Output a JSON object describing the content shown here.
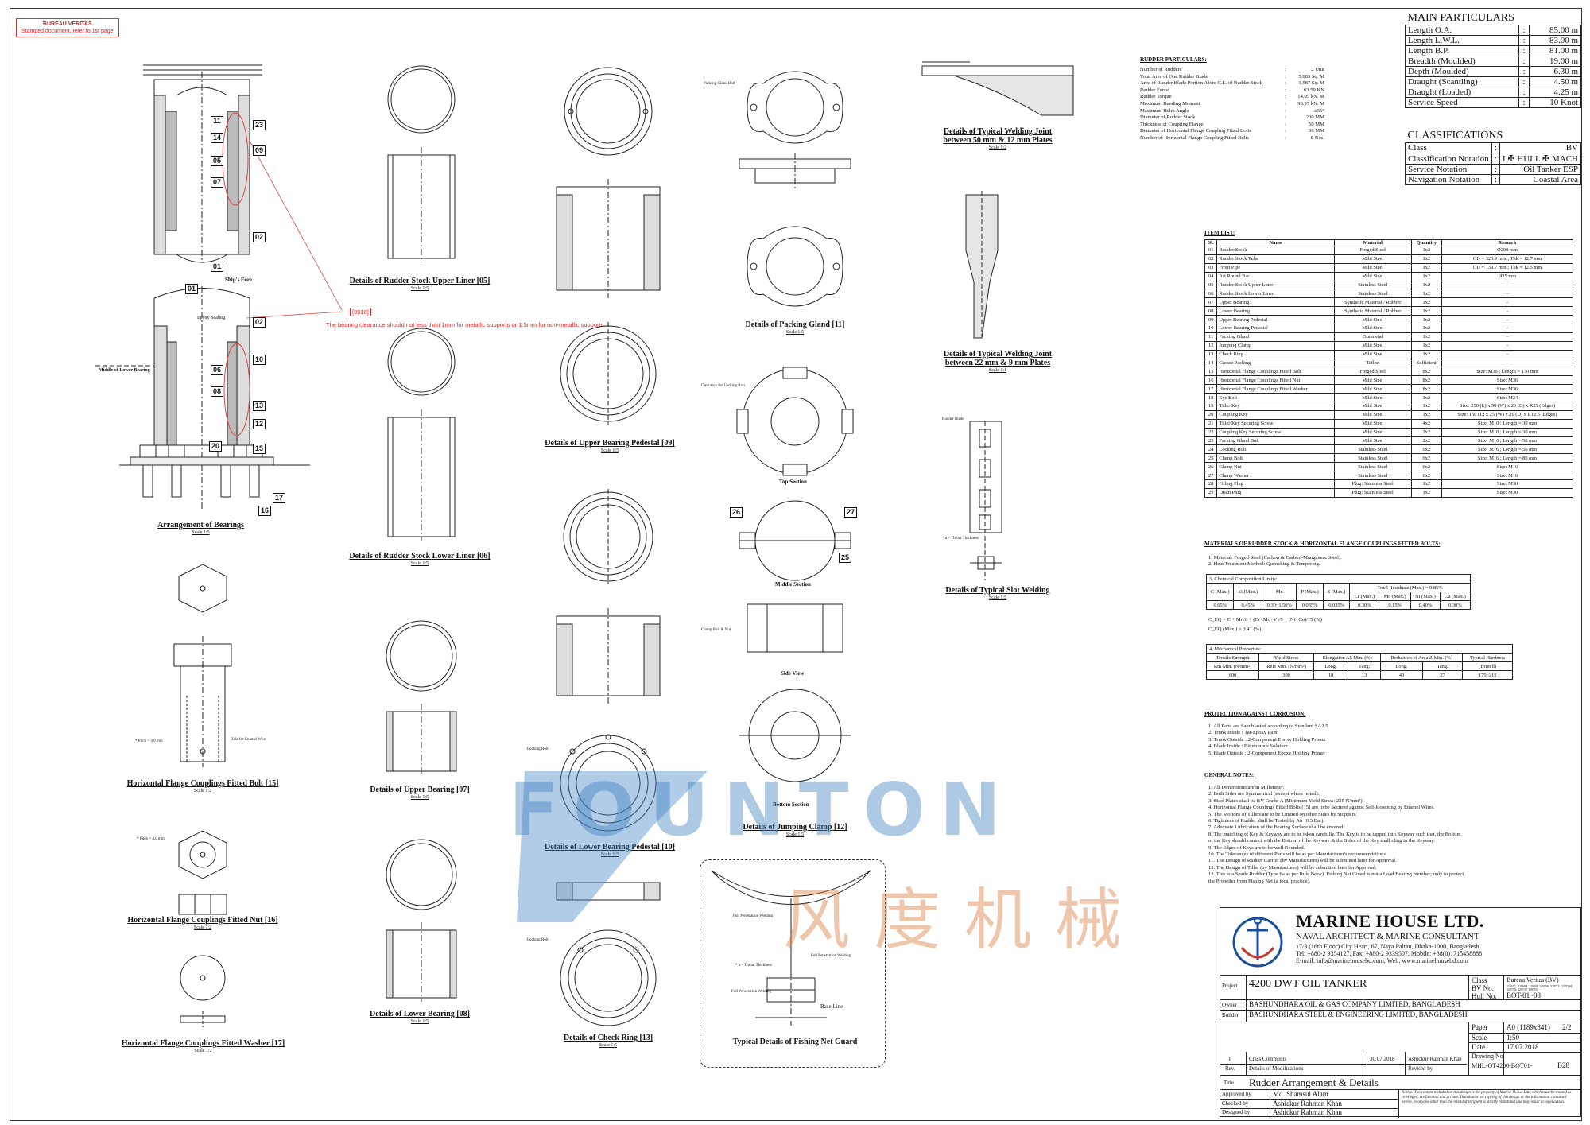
{
  "stamp": {
    "line1": "BUREAU VERITAS",
    "line2": "Stamped document, refer to 1st page"
  },
  "bv_note": {
    "code": "[0910]",
    "text": "The bearing clearance should not less than 1mm for metallic supports or 1.5mm for non-metallic supports."
  },
  "detail_captions": {
    "arrangement": {
      "title": "Arrangement of Bearings",
      "scale": "Scale 1:5"
    },
    "upper_liner": {
      "title": "Details of Rudder Stock Upper Liner [05]",
      "scale": "Scale 1:5"
    },
    "lower_liner": {
      "title": "Details of Rudder Stock Lower Liner [06]",
      "scale": "Scale 1:5"
    },
    "upper_bearing": {
      "title": "Details of Upper Bearing [07]",
      "scale": "Scale 1:5"
    },
    "lower_bearing": {
      "title": "Details of Lower Bearing [08]",
      "scale": "Scale 1:5"
    },
    "upper_pedestal": {
      "title": "Details of Upper Bearing Pedestal [09]",
      "scale": "Scale 1:5"
    },
    "lower_pedestal": {
      "title": "Details of Lower Bearing Pedestal [10]",
      "scale": "Scale 1:5"
    },
    "check_ring": {
      "title": "Details of Check Ring [13]",
      "scale": "Scale 1:5"
    },
    "packing_gland": {
      "title": "Details of Packing Gland [11]",
      "scale": "Scale 1:5"
    },
    "jumping_clamp": {
      "title": "Details of Jumping Clamp [12]",
      "scale": "Scale 1:5"
    },
    "fitted_bolt": {
      "title": "Horizontal Flange Couplings Fitted Bolt [15]",
      "scale": "Scale 1:2"
    },
    "fitted_nut": {
      "title": "Horizontal Flange Couplings Fitted Nut [16]",
      "scale": "Scale 1:2"
    },
    "fitted_washer": {
      "title": "Horizontal Flange Couplings Fitted Washer [17]",
      "scale": "Scale 1:2"
    },
    "weld_50_12": {
      "title": "Details of Typical Welding Joint",
      "title2": "between 50 mm & 12 mm Plates",
      "scale": "Scale 1:2"
    },
    "weld_22_9": {
      "title": "Details of Typical Welding Joint",
      "title2": "between 22 mm & 9 mm Plates",
      "scale": "Scale 1:1"
    },
    "slot_weld": {
      "title": "Details of Typical Slot Welding",
      "scale": "Scale 1:5"
    },
    "fishing_net": {
      "title": "Typical Details of Fishing Net Guard"
    }
  },
  "view_labels": {
    "top_section": "Top Section",
    "middle_section": "Middle Section",
    "side_view": "Side View",
    "bottom_section": "Bottom Section",
    "ships_fore": "Ship's Fore",
    "middle_lower_bearing": "Middle of Lower Bearing",
    "epoxy_sealing": "Epoxy Sealing",
    "base_line": "Base Line",
    "full_penetration_welding": "Full Penetration Welding",
    "a_throat": "* a = Throat Thickness",
    "pitch": "* Pitch = 4.0 mm",
    "hole_enamel": "Hole for Enamel Wire",
    "packing_gland_bolt": "Packing Gland Bolt",
    "clearance_locking": "Clearance for Locking Bolt",
    "clamp_bolt_nut": "Clamp Bolt & Nut",
    "locking_bolt": "Locking Bolt",
    "rudder_blade": "Rudder Blade"
  },
  "item_tags": [
    "11",
    "14",
    "05",
    "07",
    "23",
    "09",
    "02",
    "01",
    "01",
    "02",
    "06",
    "08",
    "10",
    "13",
    "12",
    "15",
    "20",
    "16",
    "17",
    "26",
    "27",
    "25"
  ],
  "main_particulars": {
    "title": "MAIN PARTICULARS",
    "rows": [
      {
        "label": "Length O.A.",
        "value": "85.00 m"
      },
      {
        "label": "Length L.W.L.",
        "value": "83.00 m"
      },
      {
        "label": "Length B.P.",
        "value": "81.00 m"
      },
      {
        "label": "Breadth (Moulded)",
        "value": "19.00 m"
      },
      {
        "label": "Depth (Moulded)",
        "value": "6.30 m"
      },
      {
        "label": "Draught (Scantling)",
        "value": "4.50 m"
      },
      {
        "label": "Draught (Loaded)",
        "value": "4.25 m"
      },
      {
        "label": "Service Speed",
        "value": "10 Knot"
      }
    ]
  },
  "classifications": {
    "title": "CLASSIFICATIONS",
    "rows": [
      {
        "label": "Class",
        "value": "BV"
      },
      {
        "label": "Classification Notation",
        "value": "I ✠ HULL ✠ MACH"
      },
      {
        "label": "Service Notation",
        "value": "Oil Tanker ESP"
      },
      {
        "label": "Navigation Notation",
        "value": "Coastal Area"
      }
    ]
  },
  "rudder_particulars": {
    "title": "RUDDER PARTICULARS:",
    "rows": [
      {
        "label": "Number of Rudders",
        "value": "2 Unit"
      },
      {
        "label": "Total Area of One Rudder Blade",
        "value": "5.083 Sq. M"
      },
      {
        "label": "Area of Rudder Blade Portion Afore C.L. of Rudder Stock",
        "value": "1.587 Sq. M"
      },
      {
        "label": "Rudder Force",
        "value": "63.59 KN"
      },
      {
        "label": "Rudder Torque",
        "value": "14.05 kN. M"
      },
      {
        "label": "Maximum Bending Moment",
        "value": "96.97 kN. M"
      },
      {
        "label": "Maximum Helm Angle",
        "value": "±35°"
      },
      {
        "label": "Diameter of Rudder Stock",
        "value": "200 MM"
      },
      {
        "label": "Thickness of Coupling Flange",
        "value": "50 MM"
      },
      {
        "label": "Diameter of Horizontal Flange Coupling Fitted Bolts",
        "value": "36 MM"
      },
      {
        "label": "Number of Horizontal Flange Coupling Fitted Bolts",
        "value": "8 Nos."
      }
    ]
  },
  "item_list": {
    "title": "ITEM LIST:",
    "headers": [
      "Sl.",
      "Name",
      "Material",
      "Quantity",
      "Remark"
    ],
    "rows": [
      [
        "01",
        "Rudder Stock",
        "Forged Steel",
        "1x2",
        "Ø200 mm"
      ],
      [
        "02",
        "Rudder Stock Tube",
        "Mild Steel",
        "1x2",
        "OD = 323.9 mm ; Thk = 12.7 mm"
      ],
      [
        "03",
        "Front Pipe",
        "Mild Steel",
        "1x2",
        "OD = 139.7 mm ; Thk = 12.5 mm"
      ],
      [
        "04",
        "Aft Round Bar",
        "Mild Steel",
        "1x2",
        "Ø25 mm"
      ],
      [
        "05",
        "Rudder Stock Upper Liner",
        "Stainless Steel",
        "1x2",
        "-"
      ],
      [
        "06",
        "Rudder Stock Lower Liner",
        "Stainless Steel",
        "1x2",
        "-"
      ],
      [
        "07",
        "Upper Bearing",
        "Synthetic Material / Rubber",
        "1x2",
        "-"
      ],
      [
        "08",
        "Lower Bearing",
        "Synthetic Material / Rubber",
        "1x2",
        "-"
      ],
      [
        "09",
        "Upper Bearing Pedestal",
        "Mild Steel",
        "1x2",
        "-"
      ],
      [
        "10",
        "Lower Bearing Pedestal",
        "Mild Steel",
        "1x2",
        "-"
      ],
      [
        "11",
        "Packing Gland",
        "Gunmetal",
        "1x2",
        "-"
      ],
      [
        "12",
        "Jumping Clamp",
        "Mild Steel",
        "1x2",
        "-"
      ],
      [
        "13",
        "Check Ring",
        "Mild Steel",
        "1x2",
        "-"
      ],
      [
        "14",
        "Grease Packing",
        "Teflon",
        "Sufficient",
        "-"
      ],
      [
        "15",
        "Horizontal Flange Couplings Fitted Bolt",
        "Forged Steel",
        "8x2",
        "Size: M36 ; Length = 170 mm"
      ],
      [
        "16",
        "Horizontal Flange Couplings Fitted Nut",
        "Mild Steel",
        "8x2",
        "Size: M36"
      ],
      [
        "17",
        "Horizontal Flange Couplings Fitted Washer",
        "Mild Steel",
        "8x2",
        "Size: M36"
      ],
      [
        "18",
        "Eye Bolt",
        "Mild Steel",
        "1x2",
        "Size: M24"
      ],
      [
        "19",
        "Tiller Key",
        "Mild Steel",
        "1x2",
        "Size: 250 (L) x 50 (W) x 20 (D) x R25 (Edges)"
      ],
      [
        "20",
        "Coupling Key",
        "Mild Steel",
        "1x2",
        "Size: 150 (L) x 25 (W) x 20 (D) x R12.5 (Edges)"
      ],
      [
        "21",
        "Tiller Key Securing Screw",
        "Mild Steel",
        "4x2",
        "Size: M10 ; Length = 30 mm"
      ],
      [
        "22",
        "Coupling Key Securing Screw",
        "Mild Steel",
        "2x2",
        "Size: M10 ; Length = 30 mm"
      ],
      [
        "23",
        "Packing Gland Bolt",
        "Mild Steel",
        "2x2",
        "Size: M16 ; Length = 50 mm"
      ],
      [
        "24",
        "Locking Bolt",
        "Stainless Steel",
        "6x2",
        "Size: M16 ; Length = 50 mm"
      ],
      [
        "25",
        "Clamp Bolt",
        "Stainless Steel",
        "6x2",
        "Size: M16 ; Length = 80 mm"
      ],
      [
        "26",
        "Clamp Nut",
        "Stainless Steel",
        "6x2",
        "Size: M16"
      ],
      [
        "27",
        "Clamp Washer",
        "Stainless Steel",
        "6x2",
        "Size: M16"
      ],
      [
        "28",
        "Filling Plug",
        "Plug: Stainless Steel",
        "1x2",
        "Size: M30"
      ],
      [
        "29",
        "Drain Plug",
        "Plug: Stainless Steel",
        "1x2",
        "Size: M30"
      ]
    ]
  },
  "materials": {
    "title": "MATERIALS OF RUDDER STOCK & HORIZONTAL FLANGE COUPLINGS FITTED BOLTS:",
    "notes": [
      "1. Material: Forged Steel (Carbon & Carbon-Manganese Steel).",
      "2. Heat Treatment Method: Quenching & Tempering."
    ],
    "chem_title": "3. Chemical Composition Limits:",
    "chem_headers": [
      "C (Max.)",
      "Si (Max.)",
      "Mn",
      "P (Max.)",
      "S (Max.)",
      "Cr (Max.)",
      "Mo (Max.)",
      "Ni (Max.)",
      "Cu (Max.)"
    ],
    "chem_group": "Total Residuals (Max.) = 0.85%",
    "chem_values": [
      "0.65%",
      "0.45%",
      "0.30~1.50%",
      "0.035%",
      "0.035%",
      "0.30%",
      "0.15%",
      "0.40%",
      "0.30%"
    ],
    "ceq1": "C_EQ = C + Mn/6 + (Cr+Mo+V)/5 + (Ni+Cu)/15 (%)",
    "ceq2": "C_EQ (Max.) = 0.41 (%)",
    "mech_title": "4. Mechanical Properties:",
    "mech_headers": [
      "Tensile Strength",
      "Yield Stress",
      "Elongation A5 Min. (%)",
      "Reduction of Area Z Min. (%)",
      "Typical Hardness"
    ],
    "mech_sub": [
      "Rm Min. (N/mm²)",
      "ReH Min. (N/mm²)",
      "Long.",
      "Tang.",
      "Long.",
      "Tang.",
      "(Brinell)"
    ],
    "mech_values": [
      "600",
      "300",
      "18",
      "13",
      "40",
      "27",
      "175~215"
    ]
  },
  "corrosion": {
    "title": "PROTECTION AGAINST CORROSION:",
    "lines": [
      "1. All Parts are Sandblasted according to Standard SA2.5",
      "2. Trunk Inside      : Tar-Epoxy Paint",
      "3. Trunk Outside    : 2-Component Epoxy Holding Primer",
      "4. Blade Inside      : Bituminous Solution",
      "5. Blade Outside    : 2-Component Epoxy Holding Primer"
    ]
  },
  "general_notes": {
    "title": "GENERAL NOTES:",
    "lines": [
      "1.  All Dimensions are in Millimeter.",
      "2.  Both Sides are Symmetrical (except where noted).",
      "3.  Steel Plates shall be BV Grade-A (Minimum Yield Stress: 235 N/mm²).",
      "4.  Horizontal Flange Couplings Fitted Bolts [15] are to be Secured against Self-loosening by Enamel Wires.",
      "5.  The Motions of Tillers are to be Limited on other Sides by Stoppers.",
      "6.  Tightness of Rudder shall be Tested by Air (0.5 Bar).",
      "7.  Adequate Lubrication of the Bearing Surface shall be ensured.",
      "8.  The matching of Key & Keyway are to be taken carefully. The Key is to be tapped into Keyway such that, the Bottom",
      "     of the Key should contact with the Bottom of the Keyway & the Sides of the Key shall cling to the Keyway.",
      "9.  The Edges of Keys are to be well Rounded.",
      "10. The Tolerances of different Parts will be as per Manufacturer's recommendations.",
      "11. The Design of Rudder Carrier (by Manufacturer) will be submitted later for Approval.",
      "12. The Design of Tiller (by Manufacturer) will be submitted later for Approval.",
      "13. This is a Spade Rudder (Type 6a as per Rule Book). Fishing Net Guard is not a Load Bearing member; only to protect",
      "     the Propeller from Fishing Net (a local practice)."
    ]
  },
  "title_block": {
    "company": "MARINE HOUSE LTD.",
    "subtitle": "NAVAL ARCHITECT & MARINE CONSULTANT",
    "address1": "17/3 (16th Floor) City Heart, 67, Naya Paltan, Dhaka-1000, Bangladesh",
    "address2": "Tel: +880-2 9354127, Fax: +880-2 9339507, Mobile: +88(0)1715458888",
    "address3": "E-mail: info@marinehousebd.com, Web: www.marinehousebd.com",
    "project_label": "Project",
    "project": "4200 DWT OIL TANKER",
    "class_label": "Class",
    "class_value": "Bureau Veritas (BV)",
    "bvno_label": "BV No.",
    "bvno_value": "32967G, 32968H, 32969J, 32970K, 32971L, 32972M, 32973N, 32974P, 32975Q",
    "hullno_label": "Hull No.",
    "hullno_value": "BOT-01~08",
    "owner_label": "Owner",
    "owner": "BASHUNDHARA OIL & GAS COMPANY LIMITED, BANGLADESH",
    "builder_label": "Builder",
    "builder": "BASHUNDHARA STEEL & ENGINEERING LIMITED, BANGLADESH",
    "paper_label": "Paper",
    "paper_value": "A0 (1189x841)",
    "sheet_value": "2/2",
    "scale_label": "Scale",
    "scale_value": "1:50",
    "date_label": "Date",
    "date_value": "17.07.2018",
    "drawing_label": "Drawing No.",
    "drawing_value": "MHL-OT4200-BOT01-",
    "drawing_sheet": "B28",
    "rev_no": "1",
    "rev_desc": "Class Comments",
    "rev_date": "30.07.2018",
    "rev_by": "Ashickur Rahman Khan",
    "rev_label": "Rev.",
    "rev_head": "Details of Modifications",
    "revised_label": "Revised by",
    "title_label": "Title",
    "title": "Rudder Arrangement & Details",
    "approved_label": "Approved by",
    "approved": "Md. Shamsul Alam",
    "checked_label": "Checked by",
    "checked": "Ashickur Rahman Khan",
    "designed_label": "Designed by",
    "designed": "Ashickur Rahman Khan",
    "notice": "Notice: The content included on this design is the property of Marine House Ltd., which must be treated as privileged, confidential and private. Distribution or copying of this design or the information contained herein, to anyone other than the intended recipient is strictly prohibited and may result in legal action."
  },
  "watermark": {
    "latin": "FOUNTON",
    "chinese": "风度机械"
  }
}
